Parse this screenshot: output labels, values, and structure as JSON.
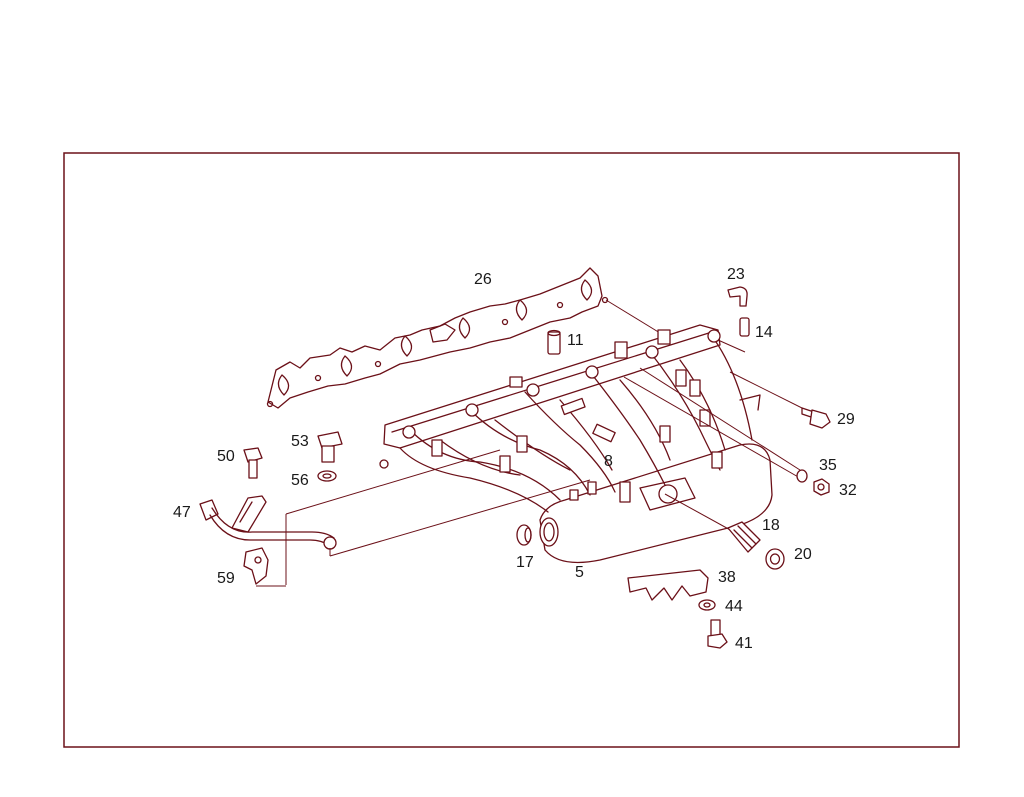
{
  "diagram": {
    "line_color": "#6b1018",
    "label_color": "#1a1a1a",
    "callouts": [
      "5",
      "8",
      "11",
      "14",
      "17",
      "18",
      "20",
      "23",
      "26",
      "29",
      "32",
      "35",
      "38",
      "41",
      "44",
      "47",
      "50",
      "53",
      "56",
      "59"
    ]
  }
}
